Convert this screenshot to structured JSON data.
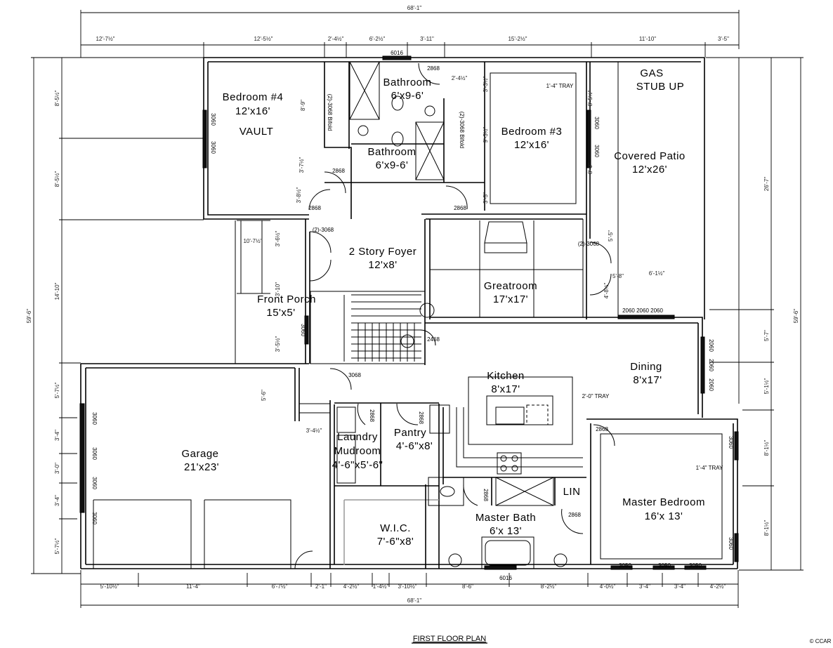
{
  "title": "FIRST FLOOR PLAN",
  "copyright": "© CCAR",
  "rooms": {
    "bedroom4": {
      "name": "Bedroom #4",
      "size": "12'x16'",
      "note": "VAULT"
    },
    "bath1": {
      "name": "Bathroom",
      "size": "6'x9-6'"
    },
    "bath2": {
      "name": "Bathroom",
      "size": "6'x9-6'"
    },
    "bedroom3": {
      "name": "Bedroom #3",
      "size": "12'x16'"
    },
    "patio": {
      "name": "Covered Patio",
      "size": "12'x26'",
      "gas_line1": "GAS",
      "gas_line2": "STUB UP"
    },
    "foyer": {
      "name": "2 Story Foyer",
      "size": "12'x8'"
    },
    "greatroom": {
      "name": "Greatroom",
      "size": "17'x17'"
    },
    "porch": {
      "name": "Front Porch",
      "size": "15'x5'"
    },
    "kitchen": {
      "name": "Kitchen",
      "size": "8'x17'"
    },
    "dining": {
      "name": "Dining",
      "size": "8'x17'"
    },
    "pantry": {
      "name": "Pantry",
      "size": "4'-6\"x8'"
    },
    "laundry": {
      "name": "Laundry",
      "name2": "Mudroom",
      "size": "4'-6\"x5'-6\""
    },
    "garage": {
      "name": "Garage",
      "size": "21'x23'"
    },
    "wic": {
      "name": "W.I.C.",
      "size": "7'-6\"x8'"
    },
    "masterbath": {
      "name": "Master Bath",
      "size": "6'x 13'"
    },
    "linen": {
      "name": "LIN"
    },
    "masterbed": {
      "name": "Master Bedroom",
      "size": "16'x 13'"
    }
  },
  "trays": {
    "bedroom3": "1'-4\" TRAY",
    "kitchen": "2'-0\" TRAY",
    "master": "1'-4\" TRAY"
  },
  "openings": {
    "w6016_top": "6016",
    "w6016_bottom": "6016",
    "d2868": "2868",
    "d2468": "2468",
    "d3068": "3068",
    "d2_3068": "(2)-3068",
    "bifold_a": "(2)-3068 Bifold",
    "bifold_b": "(2)-3068 Bifold",
    "w3060": "3060",
    "w2060": "2060",
    "w3050": "3050",
    "w2060_row": "2060 2060 2060"
  },
  "dims": {
    "top_overall": "68'-1\"",
    "top": [
      "12'-7½\"",
      "12'-5½\"",
      "2'-4½\"",
      "6'-2½\"",
      "3'-11\"",
      "15'-2½\"",
      "11'-10\"",
      "3'-5\""
    ],
    "bottom_overall": "68'-1\"",
    "bottom": [
      "5'-10½\"",
      "11'-4\"",
      "6'-7½\"",
      "2'-1\"",
      "4'-2½\"",
      "1'-4½\"",
      "3'-10½\"",
      "8'-6\"",
      "8'-2½\"",
      "4'-0½\"",
      "3'-4\"",
      "3'-4\"",
      "4'-2½\""
    ],
    "left_overall": "59'-6\"",
    "left": [
      "8'-5½\"",
      "8'-5½\"",
      "14'-10\"",
      "5'-7½\"",
      "3'-4\"",
      "3'-0\"",
      "3'-4\"",
      "5'-7½\""
    ],
    "right_overall": "59'-6\"",
    "right": [
      "26'-7\"",
      "5'-7\"",
      "5'-1½\"",
      "8'-1½\"",
      "8'-1½\""
    ],
    "interior": [
      "8'-9\"",
      "3'-7½\"",
      "3'-8½\"",
      "10'-7½\"",
      "3'-6½\"",
      "3'-10\"",
      "3'-5½\"",
      "2'-4½\"",
      "3'-3½\"",
      "9'-3½\"",
      "3'-5\"",
      "8'-5½\"",
      "8'-0\"",
      "5'-5\"",
      "5'-8\"",
      "4'-8½\"",
      "6'-1½\"",
      "5'-6\"",
      "3'-4½\""
    ]
  }
}
